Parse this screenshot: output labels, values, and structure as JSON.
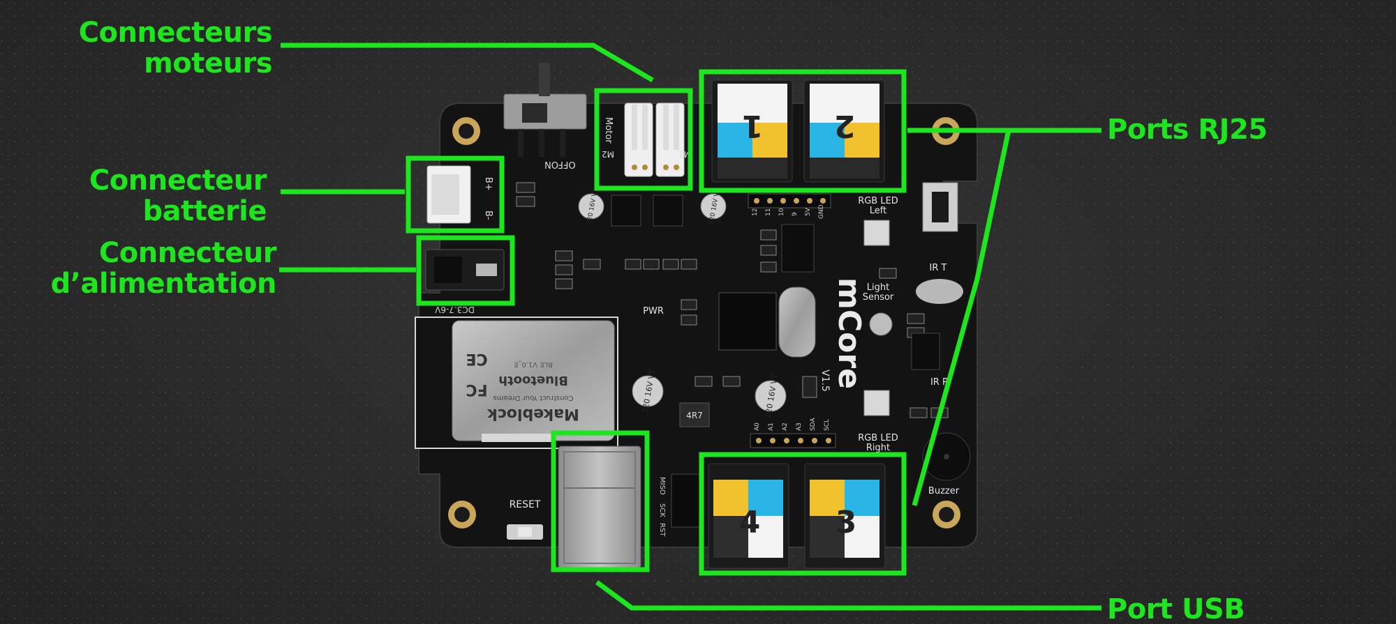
{
  "colors": {
    "callout": "#1ee61e",
    "board": "#141414",
    "background": "#2b2b2b",
    "port_yellow": "#f2c12e",
    "port_blue": "#29b6e6"
  },
  "callouts": {
    "moteurs": {
      "line1": "Connecteurs",
      "line2": "moteurs"
    },
    "batterie": {
      "line1": "Connecteur",
      "line2": "batterie"
    },
    "alimentation": {
      "line1": "Connecteur",
      "line2": "d’alimentation"
    },
    "rj25": "Ports RJ25",
    "usb": "Port USB"
  },
  "board": {
    "motor_silk": "Motor",
    "m1": "M1",
    "m2": "M2",
    "on": "ON",
    "off": "OFF",
    "battery_plus": "B+",
    "battery_minus": "B-",
    "dc_silk": "DC3.7-6V",
    "rgb_left": [
      "RGB LED",
      "Left"
    ],
    "rgb_right": [
      "RGB LED",
      "Right"
    ],
    "ir_t": "IR T",
    "ir_r": "IR R",
    "light_sensor": [
      "Light",
      "Sensor"
    ],
    "pwr": "PWR",
    "logo": "mCore",
    "version": "V1.5",
    "buzzer": "Buzzer",
    "reset": "RESET",
    "spi_pins": [
      "MISO",
      "SCK",
      "RST"
    ],
    "top_header": [
      "12",
      "11",
      "10",
      "9",
      "5V",
      "GND"
    ],
    "bottom_header": [
      "A0",
      "A1",
      "A2",
      "A3",
      "SDA",
      "SCL"
    ],
    "bt_module": {
      "brand": "Makeblock",
      "tagline": "Construct Your Dreams",
      "bt": "Bluetooth",
      "version": "BLE V1.0_E",
      "fcc": "FC",
      "ce": "CE"
    },
    "caps": [
      "220 16V VT",
      "220 16V VT",
      "220 16V VT",
      "220 16V VT"
    ],
    "inductor": "4R7",
    "ports": [
      {
        "number": "1"
      },
      {
        "number": "2"
      },
      {
        "number": "4"
      },
      {
        "number": "3"
      }
    ]
  }
}
